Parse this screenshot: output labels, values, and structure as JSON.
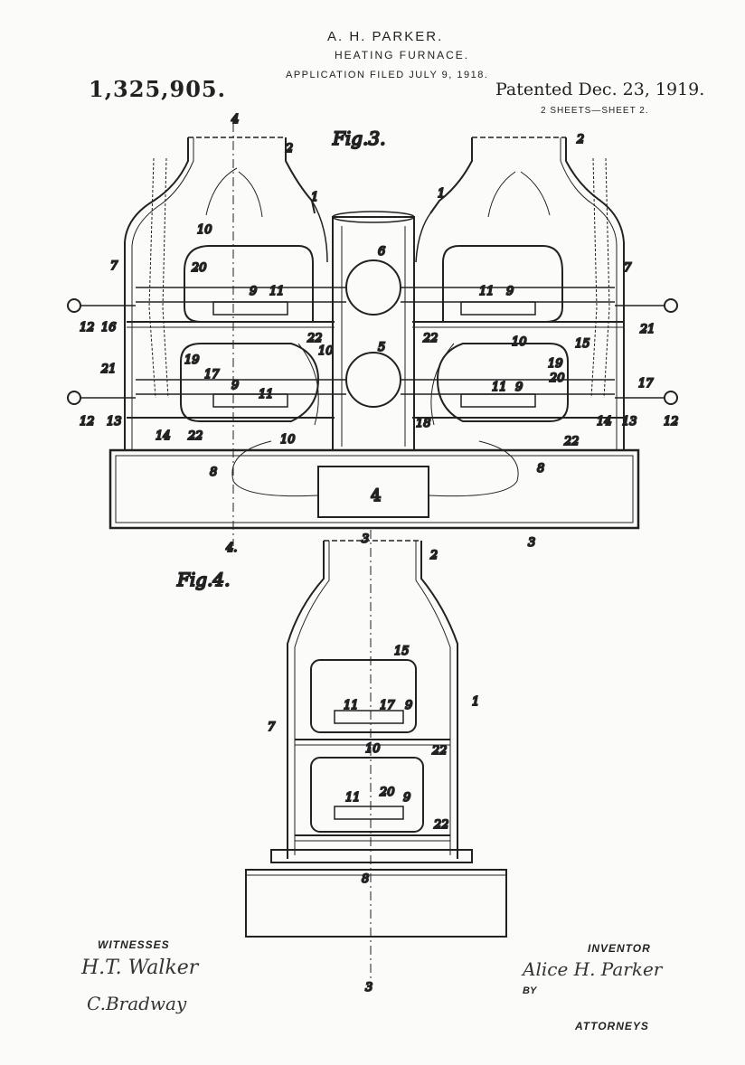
{
  "header": {
    "inventor_name": "A. H. PARKER.",
    "title": "HEATING FURNACE.",
    "application_filed": "APPLICATION FILED JULY 9, 1918.",
    "patent_number": "1,325,905.",
    "patented": "Patented Dec. 23, 1919.",
    "sheets": "2 SHEETS—SHEET 2."
  },
  "figures": {
    "fig3_label": "Fig.3.",
    "fig4_label": "Fig.4."
  },
  "reference_numerals": {
    "n1": "1",
    "n2": "2",
    "n3": "3",
    "n4": "4",
    "n5": "5",
    "n6": "6",
    "n7": "7",
    "n8": "8",
    "n9": "9",
    "n10": "10",
    "n11": "11",
    "n12": "12",
    "n13": "13",
    "n14": "14",
    "n15": "15",
    "n16": "16",
    "n17": "17",
    "n18": "18",
    "n19": "19",
    "n20": "20",
    "n21": "21",
    "n22": "22"
  },
  "section_marks": {
    "four": "4",
    "four_lower": "4.",
    "three": "3",
    "three_lower": "3"
  },
  "footer": {
    "witnesses_label": "WITNESSES",
    "witness_1": "H.T. Walker",
    "witness_2": "C.Bradway",
    "inventor_label": "INVENTOR",
    "inventor_signature": "Alice H. Parker",
    "by_label": "BY",
    "attorneys_label": "ATTORNEYS"
  }
}
